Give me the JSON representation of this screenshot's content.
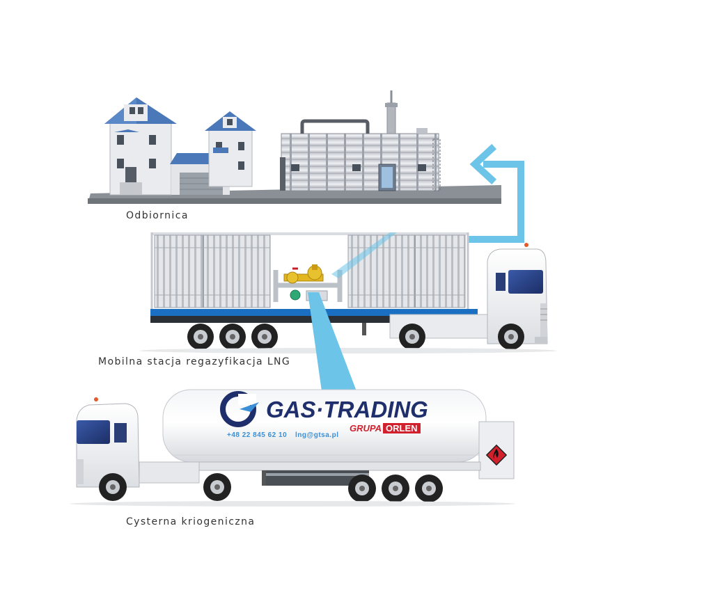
{
  "captions": {
    "receiver": "Odbiornica",
    "station": "Mobilna stacja regazyfikacja LNG",
    "tanker": "Cysterna kriogeniczna"
  },
  "branding": {
    "logo_text": "GAS·TRADING",
    "group_text": "GRUPA",
    "group_brand": "ORLEN",
    "phone": "+48 22 845 62 10",
    "email": "lng@gtsa.pl"
  },
  "colors": {
    "flow": "#6cc4e8",
    "roof": "#4a78b8",
    "brand_navy": "#1f2f6b",
    "brand_red": "#d2202d",
    "phone_blue": "#3a8fd6"
  },
  "icons": [
    "house-icon",
    "factory-icon",
    "regasification-truck-icon",
    "cryogenic-tanker-icon",
    "flame-hazard-icon",
    "flow-arrow-icon"
  ]
}
